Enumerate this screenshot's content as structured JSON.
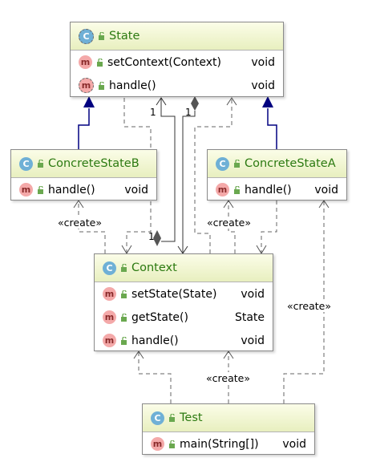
{
  "classes": {
    "state": {
      "name": "State",
      "methods": [
        {
          "name": "setContext(Context)",
          "type": "void"
        },
        {
          "name": "handle()",
          "type": "void"
        }
      ]
    },
    "concrete_b": {
      "name": "ConcreteStateB",
      "methods": [
        {
          "name": "handle()",
          "type": "void"
        }
      ]
    },
    "concrete_a": {
      "name": "ConcreteStateA",
      "methods": [
        {
          "name": "handle()",
          "type": "void"
        }
      ]
    },
    "context": {
      "name": "Context",
      "methods": [
        {
          "name": "setState(State)",
          "type": "void"
        },
        {
          "name": "getState()",
          "type": "State"
        },
        {
          "name": "handle()",
          "type": "void"
        }
      ]
    },
    "test": {
      "name": "Test",
      "methods": [
        {
          "name": "main(String[])",
          "type": "void"
        }
      ]
    }
  },
  "icons": {
    "class": "C",
    "method": "m"
  },
  "labels": {
    "create": "«create»",
    "mult_one": "1"
  },
  "colors": {
    "class_name": "#2c7a11",
    "inheritance": "#000080",
    "dependency": "#666666",
    "header_bg": "#e8efbf"
  }
}
